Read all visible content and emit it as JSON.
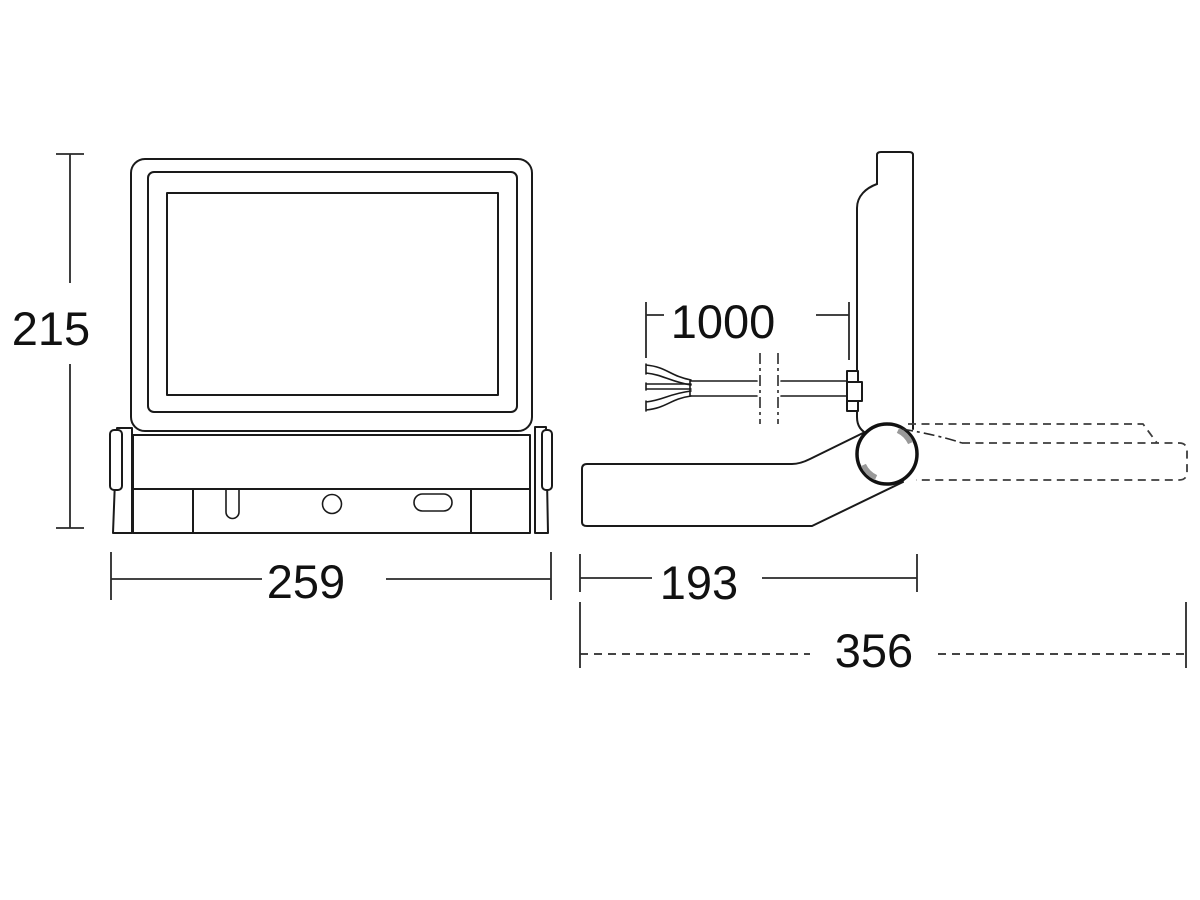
{
  "canvas": {
    "background": "#ffffff",
    "line_color": "#1a1a1a",
    "dashed_outline_color": "#3d3d3d",
    "shading_color": "#999999"
  },
  "dimensions": {
    "height": "215",
    "width": "259",
    "cable_length": "1000",
    "depth": "193",
    "overall_depth": "356"
  }
}
